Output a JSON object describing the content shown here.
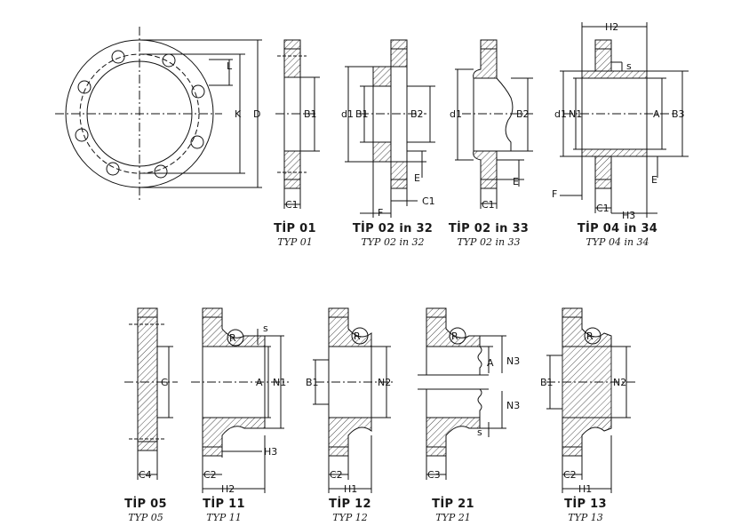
{
  "captions": [
    {
      "tip": "TİP 01",
      "typ": "TYP 01"
    },
    {
      "tip": "TİP 02 in 32",
      "typ": "TYP 02 in 32"
    },
    {
      "tip": "TİP 02 in 33",
      "typ": "TYP 02 in 33"
    },
    {
      "tip": "TİP 04 in 34",
      "typ": "TYP 04 in 34"
    },
    {
      "tip": "TİP 05",
      "typ": "TYP 05"
    },
    {
      "tip": "TİP 11",
      "typ": "TYP 11"
    },
    {
      "tip": "TİP 12",
      "typ": "TYP 12"
    },
    {
      "tip": "TİP 21",
      "typ": "TYP 21"
    },
    {
      "tip": "TİP 13",
      "typ": "TYP 13"
    }
  ],
  "labels": {
    "L": "L",
    "K": "K",
    "D": "D",
    "B1": "B1",
    "B2": "B2",
    "B3": "B3",
    "C1": "C1",
    "C2": "C2",
    "C3": "C3",
    "C4": "C4",
    "d1": "d1",
    "E": "E",
    "F": "F",
    "H1": "H1",
    "H2": "H2",
    "H3": "H3",
    "N1": "N1",
    "N2": "N2",
    "N3": "N3",
    "A": "A",
    "G": "G",
    "R": "R",
    "s": "s"
  }
}
